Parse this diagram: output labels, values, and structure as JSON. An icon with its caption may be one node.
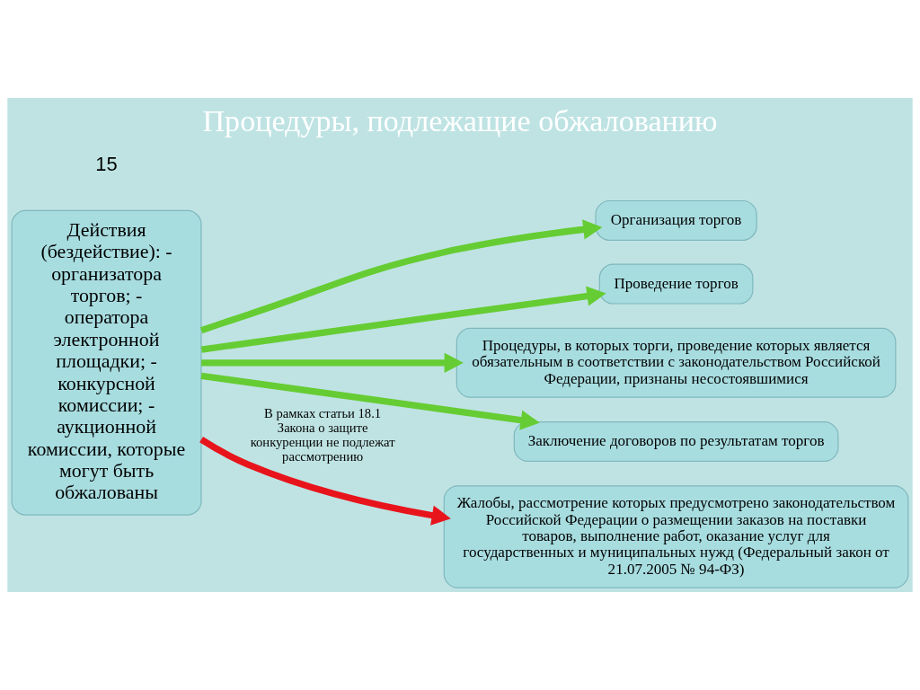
{
  "diagram": {
    "title": "Процедуры, подлежащие обжалованию",
    "nodes": [
      {
        "text": [
          "Действия (бездействие): - организатора торгов; - оператора электронной площадки; - конкурсной комиссии; - аукционной комиссии, которые могут быть обжалованы"
        ]
      },
      {
        "text": [
          "Организация торгов"
        ]
      },
      {
        "text": [
          "Проведение торгов"
        ]
      },
      {
        "text": [
          "Процедуры, в которых торги, проведение которых является обязательным в соответствии с законодательством Российской Федерации, признаны несостоявшимися"
        ]
      },
      {
        "text": [
          "Заключение договоров по результатам торгов"
        ]
      },
      {
        "text": [
          "Жалобы, рассмотрение которых предусмотрено законодательством Российской Федерации о размещении заказов на поставки товаров, выполнение работ, оказание услуг для государственных и муниципальных нужд (Федеральный закон от 21.07.2005 № 94-ФЗ)"
        ]
      }
    ],
    "edges": [
      {
        "from": 0,
        "to": 1,
        "arrow": "to",
        "color": "#66cc33"
      },
      {
        "from": 0,
        "to": 2,
        "arrow": "to",
        "color": "#66cc33"
      },
      {
        "from": 0,
        "to": 3,
        "arrow": "to",
        "color": "#66cc33"
      },
      {
        "from": 0,
        "to": 4,
        "arrow": "to",
        "color": "#66cc33"
      },
      {
        "from": 0,
        "to": 5,
        "label": "В рамках статьи 18.1 Закона о защите конкуренции не подлежат рассмотрению",
        "arrow": "to",
        "color": "#e8141c"
      }
    ],
    "labels": [
      "15"
    ]
  }
}
